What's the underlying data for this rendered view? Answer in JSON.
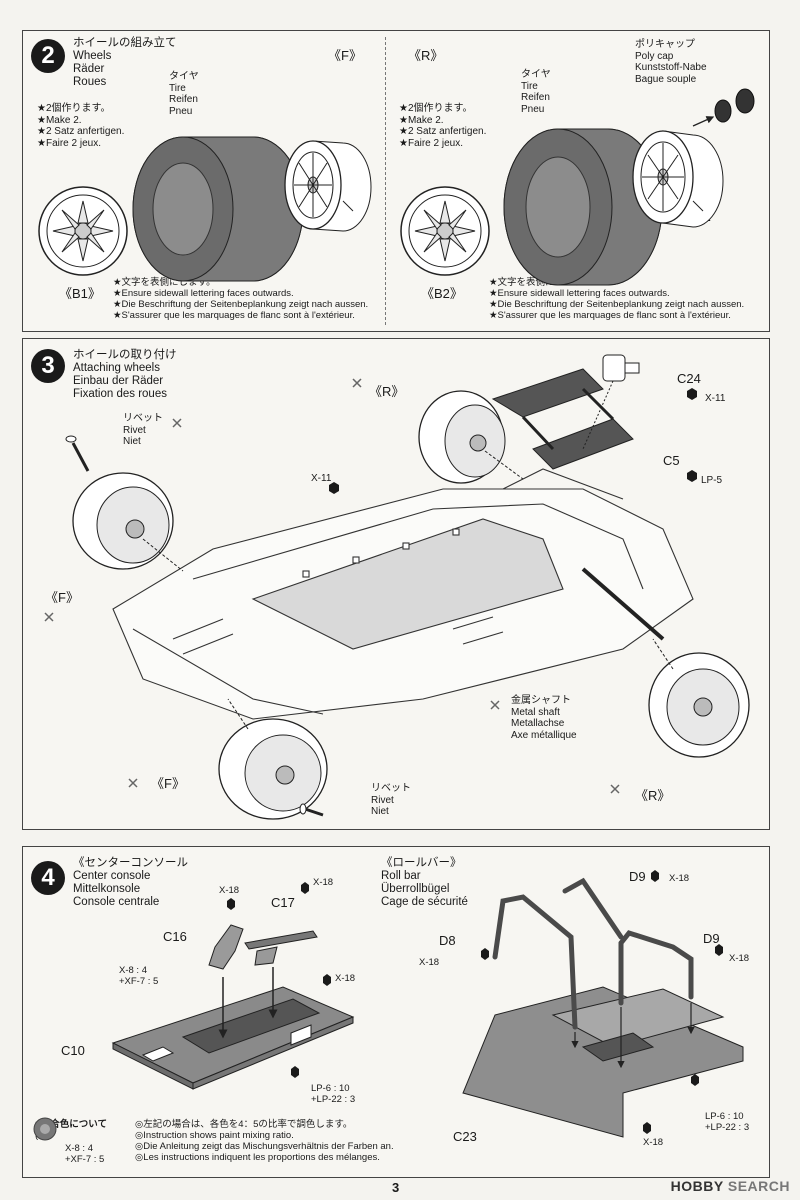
{
  "step2": {
    "number": "2",
    "title": [
      "ホイールの組み立て",
      "Wheels",
      "Räder",
      "Roues"
    ],
    "front_tag": "《F》",
    "rear_tag": "《R》",
    "make2": [
      "★2個作ります。",
      "★Make 2.",
      "★2 Satz anfertigen.",
      "★Faire 2 jeux."
    ],
    "tire_label": [
      "タイヤ",
      "Tire",
      "Reifen",
      "Pneu"
    ],
    "polycap_label": [
      "ポリキャップ",
      "Poly cap",
      "Kunststoff-Nabe",
      "Bague souple"
    ],
    "front_wheel_part": "B1",
    "rear_wheel_part": "B2",
    "front_wheel_tag": "《B1》",
    "rear_wheel_tag": "《B2》",
    "sidewall_note": [
      "★文字を表側にします。",
      "★Ensure sidewall lettering faces outwards.",
      "★Die Beschriftung der Seitenbeplankung zeigt nach aussen.",
      "★S'assurer que les marquages de flanc sont à l'extérieur."
    ]
  },
  "step3": {
    "number": "3",
    "title": [
      "ホイールの取り付け",
      "Attaching wheels",
      "Einbau der Räder",
      "Fixation des roues"
    ],
    "rivet_label": [
      "リベット",
      "Rivet",
      "Niet"
    ],
    "rear_tag": "《R》",
    "front_tag": "《F》",
    "x11": "X-11",
    "c24": "C24",
    "c24_paint": "X-11",
    "c5": "C5",
    "c5_paint": "LP-5",
    "metal_shaft": [
      "金属シャフト",
      "Metal shaft",
      "Metallachse",
      "Axe métallique"
    ]
  },
  "step4": {
    "number": "4",
    "title": [
      "《センターコンソール",
      "Center console",
      "Mittelkonsole",
      "Console centrale"
    ],
    "rollbar_title": [
      "《ロールバー》",
      "Roll bar",
      "Überrollbügel",
      "Cage de sécurité"
    ],
    "c16": "C16",
    "c17": "C17",
    "c10": "C10",
    "c23": "C23",
    "d8": "D8",
    "d9a": "D9",
    "d9b": "D9",
    "x18": "X-18",
    "mix_c16": [
      "X-8 : 4",
      "+XF-7 : 5"
    ],
    "lp_c10": [
      "LP-6 : 10",
      "+LP-22 : 3"
    ],
    "lp_c23": [
      "LP-6 : 10",
      "+LP-22 : 3"
    ],
    "mixing_head": "■混合色について",
    "mixing_example": "(例)",
    "mixing_example_vals": [
      "X-8 : 4",
      "+XF-7 : 5"
    ],
    "mixing_note": [
      "◎左記の場合は、各色を4：5の比率で調色します。",
      "◎Instruction shows paint mixing ratio.",
      "◎Die Anleitung zeigt das Mischungsverhältnis der Farben an.",
      "◎Les instructions indiquent les proportions des mélanges."
    ]
  },
  "page_number": "3",
  "watermark": {
    "brand": "HOBBY",
    "rest": "SEARCH"
  },
  "colors": {
    "tire": "#6b6b6b",
    "part_gray": "#8a8a8a",
    "ink": "#1a1a1a",
    "paper": "#f7f6f2"
  }
}
